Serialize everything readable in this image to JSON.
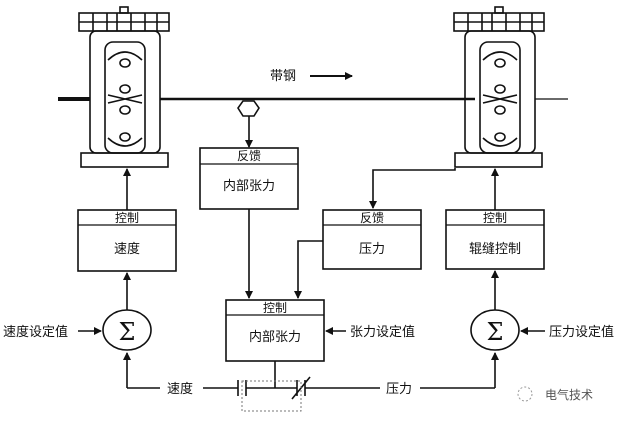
{
  "strip": {
    "label": "带钢"
  },
  "boxes": {
    "speed_control": {
      "header": "控制",
      "body": "速度"
    },
    "tension_feedback": {
      "header": "反馈",
      "body": "内部张力"
    },
    "pressure_feedback": {
      "header": "反馈",
      "body": "压力"
    },
    "gap_control": {
      "header": "控制",
      "body": "辊缝控制"
    },
    "tension_control": {
      "header": "控制",
      "body": "内部张力"
    }
  },
  "summers": {
    "left": "Σ",
    "right": "Σ"
  },
  "labels": {
    "speed_setpoint": "速度设定值",
    "tension_setpoint": "张力设定值",
    "pressure_setpoint": "压力设定值",
    "speed": "速度",
    "pressure": "压力"
  },
  "watermark": {
    "text": "电气技术"
  }
}
